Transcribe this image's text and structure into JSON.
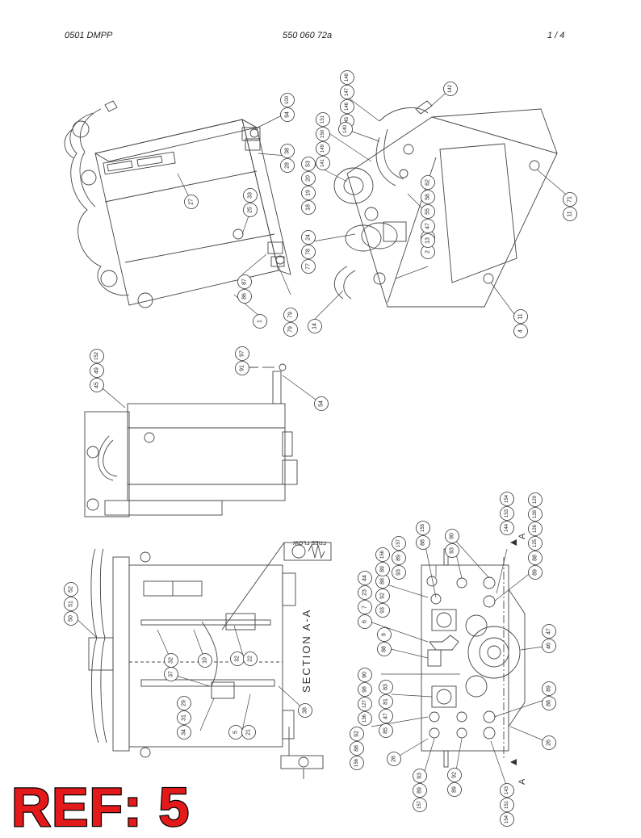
{
  "header": {
    "left": "0501 DMPP",
    "center": "550 060 72a",
    "right": "1 /   4"
  },
  "section_label": "SECTION A-A",
  "free_flow_label": "FREE FLOW",
  "cut_marker": "A",
  "ref_stamp": "REF: 5",
  "callouts": [
    {
      "id": "c1",
      "labels": [
        "1"
      ]
    },
    {
      "id": "c2",
      "labels": [
        "2",
        "3"
      ]
    },
    {
      "id": "c3",
      "labels": [
        "4",
        "11"
      ]
    },
    {
      "id": "c4",
      "labels": [
        "14"
      ]
    },
    {
      "id": "c5",
      "labels": [
        "79",
        "79"
      ]
    },
    {
      "id": "c6",
      "labels": [
        "86",
        "87"
      ]
    },
    {
      "id": "c7",
      "labels": [
        "27"
      ]
    },
    {
      "id": "c8",
      "labels": [
        "25",
        "33"
      ]
    },
    {
      "id": "c9",
      "labels": [
        "28",
        "38"
      ]
    },
    {
      "id": "c10",
      "labels": [
        "94",
        "100"
      ]
    },
    {
      "id": "c11",
      "labels": [
        "77",
        "78",
        "24"
      ]
    },
    {
      "id": "c12",
      "labels": [
        "18",
        "19",
        "20",
        "53"
      ]
    },
    {
      "id": "c13",
      "labels": [
        "141",
        "149",
        "150",
        "151"
      ]
    },
    {
      "id": "c14",
      "labels": [
        "145",
        "146",
        "147",
        "148"
      ]
    },
    {
      "id": "c15",
      "labels": [
        "140"
      ]
    },
    {
      "id": "c16",
      "labels": [
        "142"
      ]
    },
    {
      "id": "c17",
      "labels": [
        "13",
        "47",
        "55",
        "58",
        "62"
      ]
    },
    {
      "id": "c18",
      "labels": [
        "11",
        "71"
      ]
    },
    {
      "id": "c19",
      "labels": [
        "45",
        "49",
        "152"
      ]
    },
    {
      "id": "c20",
      "labels": [
        "91",
        "97"
      ]
    },
    {
      "id": "c21",
      "labels": [
        "54"
      ]
    },
    {
      "id": "c22",
      "labels": [
        "50",
        "51",
        "52"
      ]
    },
    {
      "id": "c23",
      "labels": [
        "32"
      ]
    },
    {
      "id": "c24",
      "labels": [
        "10"
      ]
    },
    {
      "id": "c25",
      "labels": [
        "32",
        "22"
      ]
    },
    {
      "id": "c26",
      "labels": [
        "37"
      ]
    },
    {
      "id": "c27",
      "labels": [
        "34",
        "31",
        "29"
      ]
    },
    {
      "id": "c28",
      "labels": [
        "5",
        "21"
      ]
    },
    {
      "id": "c29",
      "labels": [
        "38"
      ]
    },
    {
      "id": "c30",
      "labels": [
        "6",
        "7",
        "23",
        "44"
      ]
    },
    {
      "id": "c31",
      "labels": [
        "93",
        "92",
        "88"
      ]
    },
    {
      "id": "c32",
      "labels": [
        "89",
        "156"
      ]
    },
    {
      "id": "c33",
      "labels": [
        "93",
        "89",
        "157"
      ]
    },
    {
      "id": "c34",
      "labels": [
        "88",
        "155"
      ]
    },
    {
      "id": "c35",
      "labels": [
        "93",
        "90"
      ]
    },
    {
      "id": "c36",
      "labels": [
        "144",
        "153",
        "154"
      ]
    },
    {
      "id": "c37",
      "labels": [
        "89",
        "88",
        "125",
        "126",
        "128",
        "129"
      ]
    },
    {
      "id": "c38",
      "labels": [
        "88",
        "9"
      ]
    },
    {
      "id": "c39",
      "labels": [
        "136",
        "127",
        "98",
        "90"
      ]
    },
    {
      "id": "c40",
      "labels": [
        "46",
        "47"
      ]
    },
    {
      "id": "c41",
      "labels": [
        "85",
        "47",
        "81",
        "83"
      ]
    },
    {
      "id": "c42",
      "labels": [
        "88",
        "89"
      ]
    },
    {
      "id": "c43",
      "labels": [
        "156",
        "88",
        "92"
      ]
    },
    {
      "id": "c44",
      "labels": [
        "26"
      ]
    },
    {
      "id": "c45",
      "labels": [
        "26"
      ]
    },
    {
      "id": "c46",
      "labels": [
        "157",
        "89",
        "93"
      ]
    },
    {
      "id": "c47",
      "labels": [
        "89",
        "92"
      ]
    },
    {
      "id": "c48",
      "labels": [
        "154",
        "151",
        "143"
      ]
    }
  ]
}
